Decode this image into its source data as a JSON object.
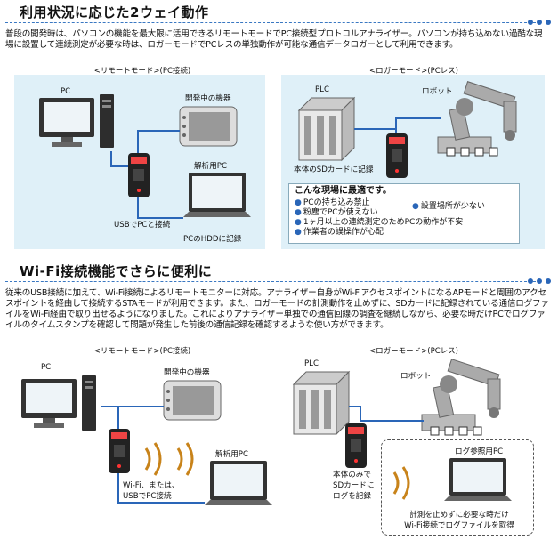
{
  "section1": {
    "title": "利用状況に応じた2ウェイ動作",
    "paragraph": "普段の開発時は、パソコンの機能を最大限に活用できるリモートモードでPC接続型プロトコルアナライザー。パソコンが持ち込めない過酷な現場に設置して連続測定が必要な時は、ロガーモードでPCレスの単独動作が可能な通信データロガーとして利用できます。",
    "remote_caption": "<リモートモード>(PC接続)",
    "logger_caption": "<ロガーモード>(PCレス)",
    "remote": {
      "pc": "PC",
      "device": "開発中の機器",
      "analyzer_pc": "解析用PC",
      "usb": "USBでPCと接続",
      "hdd": "PCのHDDに記録"
    },
    "logger": {
      "plc": "PLC",
      "robot": "ロボット",
      "sd": "本体のSDカードに記録"
    },
    "best_box": {
      "title": "こんな現場に最適です。",
      "items": [
        "PCの持ち込み禁止",
        "設置場所が少ない",
        "粉塵でPCが使えない",
        "1ヶ月以上の連続測定のためPCの動作が不安",
        "作業者の誤操作が心配"
      ]
    }
  },
  "section2": {
    "title": "Wi-Fi接続機能でさらに便利に",
    "paragraph": "従来のUSB接続に加えて、Wi-Fi接続によるリモートモニターに対応。アナライザー自身がWi-FiアクセスポイントになるAPモードと周囲のアクセスポイントを経由して接続するSTAモードが利用できます。また、ロガーモードの計測動作を止めずに、SDカードに記録されている通信ログファイルをWi-Fi経由で取り出せるようになりました。これによりアナライザー単独での通信回線の調査を継続しながら、必要な時だけPCでログファイルのタイムスタンプを確認して問題が発生した前後の通信記録を確認するような使い方ができます。",
    "remote_caption": "<リモートモード>(PC接続)",
    "logger_caption": "<ロガーモード>(PCレス)",
    "remote": {
      "pc": "PC",
      "device": "開発中の機器",
      "analyzer_pc": "解析用PC",
      "wifi_usb": "Wi-Fi、または、\nUSBでPC接続"
    },
    "logger": {
      "plc": "PLC",
      "robot": "ロボット",
      "sd": "本体のみで\nSDカードに\nログを記録",
      "log_pc": "ログ参照用PC",
      "bottom": "計測を止めずに必要な時だけ\nWi-Fi接続でログファイルを取得"
    }
  },
  "colors": {
    "accent": "#2a66b8",
    "panel": "#dff0f8",
    "title_rule": "#3a78c2"
  }
}
